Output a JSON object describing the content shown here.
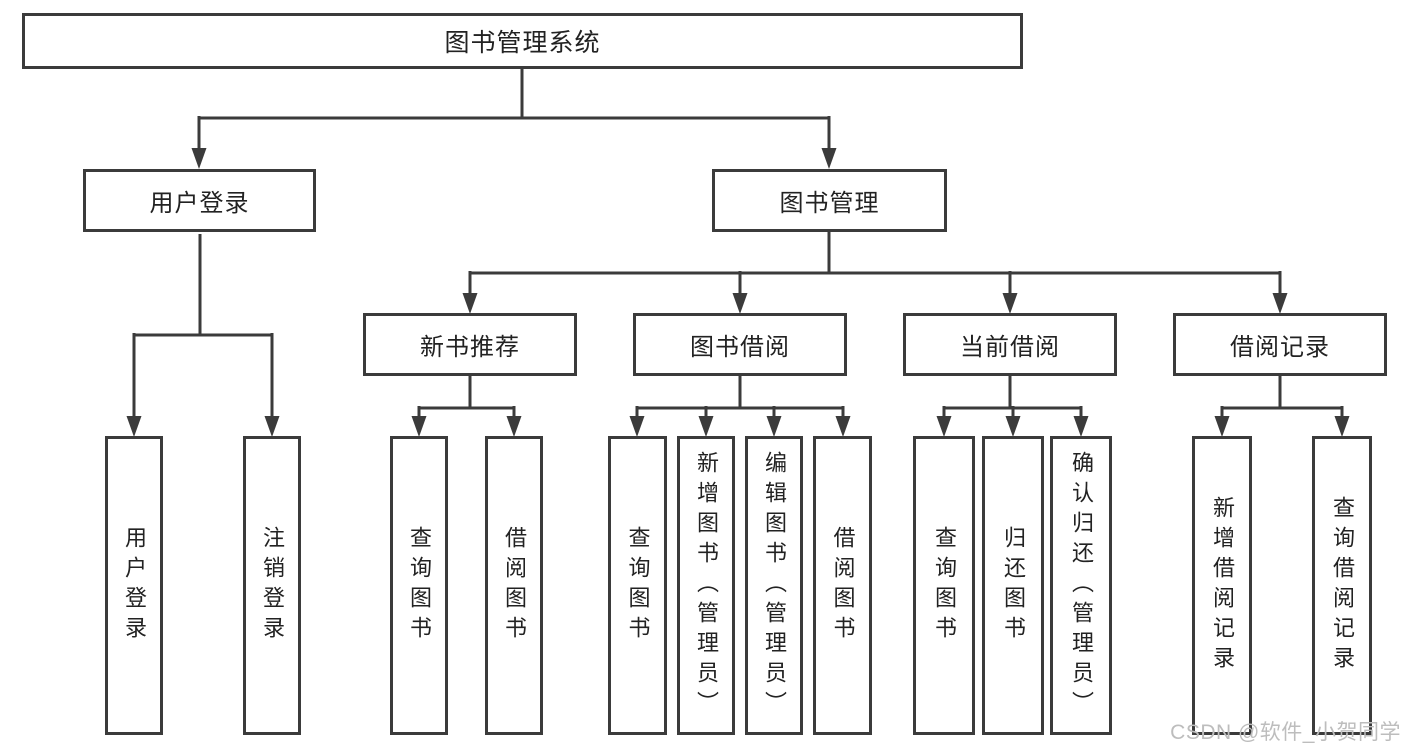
{
  "diagram": {
    "root": {
      "label": "图书管理系统"
    },
    "level2": [
      {
        "label": "用户登录"
      },
      {
        "label": "图书管理"
      }
    ],
    "level3": [
      {
        "label": "新书推荐"
      },
      {
        "label": "图书借阅"
      },
      {
        "label": "当前借阅"
      },
      {
        "label": "借阅记录"
      }
    ],
    "leaves": {
      "user_login": [
        {
          "label": "用户登录"
        },
        {
          "label": "注销登录"
        }
      ],
      "new_book": [
        {
          "label": "查询图书"
        },
        {
          "label": "借阅图书"
        }
      ],
      "book_borrow": [
        {
          "label": "查询图书"
        },
        {
          "label": "新增图书（管理员）"
        },
        {
          "label": "编辑图书（管理员）"
        },
        {
          "label": "借阅图书"
        }
      ],
      "current_borrow": [
        {
          "label": "查询图书"
        },
        {
          "label": "归还图书"
        },
        {
          "label": "确认归还（管理员）"
        }
      ],
      "borrow_record": [
        {
          "label": "新增借阅记录"
        },
        {
          "label": "查询借阅记录"
        }
      ]
    }
  },
  "watermark": {
    "text": "CSDN @软件_小贺同学"
  },
  "colors": {
    "line": "#3b3b3b",
    "box_border": "#3b3b3b",
    "box_fill": "#ffffff",
    "text": "#222222",
    "watermark": "#bdbdbd"
  }
}
